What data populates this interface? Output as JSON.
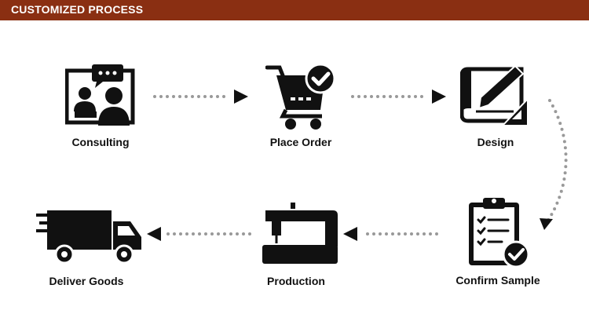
{
  "header": {
    "title": "CUSTOMIZED PROCESS"
  },
  "colors": {
    "header_bg": "#8a2f12",
    "icon": "#111111",
    "dots": "#999999"
  },
  "steps": [
    {
      "label": "Consulting",
      "icon": "consulting-icon"
    },
    {
      "label": "Place Order",
      "icon": "cart-check-icon"
    },
    {
      "label": "Design",
      "icon": "design-blueprint-icon"
    },
    {
      "label": "Confirm Sample",
      "icon": "clipboard-check-icon"
    },
    {
      "label": "Production",
      "icon": "sewing-machine-icon"
    },
    {
      "label": "Deliver Goods",
      "icon": "delivery-truck-icon"
    }
  ]
}
